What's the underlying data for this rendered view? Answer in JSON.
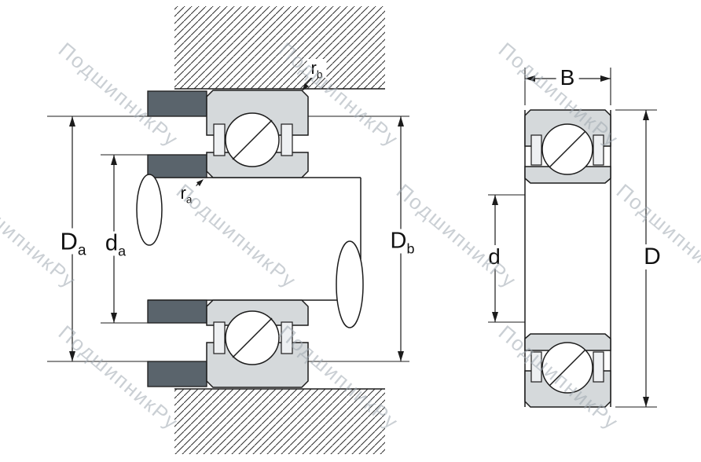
{
  "watermark": {
    "text": "ПодшипникРу"
  },
  "labels": {
    "Da": {
      "main": "D",
      "sub": "a"
    },
    "da": {
      "main": "d",
      "sub": "a"
    },
    "Db": {
      "main": "D",
      "sub": "b"
    },
    "ra": {
      "main": "r",
      "sub": "a"
    },
    "rb": {
      "main": "r",
      "sub": "b"
    },
    "B": {
      "main": "B",
      "sub": ""
    },
    "d": {
      "main": "d",
      "sub": ""
    },
    "D": {
      "main": "D",
      "sub": ""
    }
  },
  "colors": {
    "ring_fill": "#d5d9db",
    "spacer_fill": "#5a646c",
    "line": "#1c1c1c",
    "hatch_line": "#2e2e2e",
    "watermark": "#9fa9b1"
  }
}
